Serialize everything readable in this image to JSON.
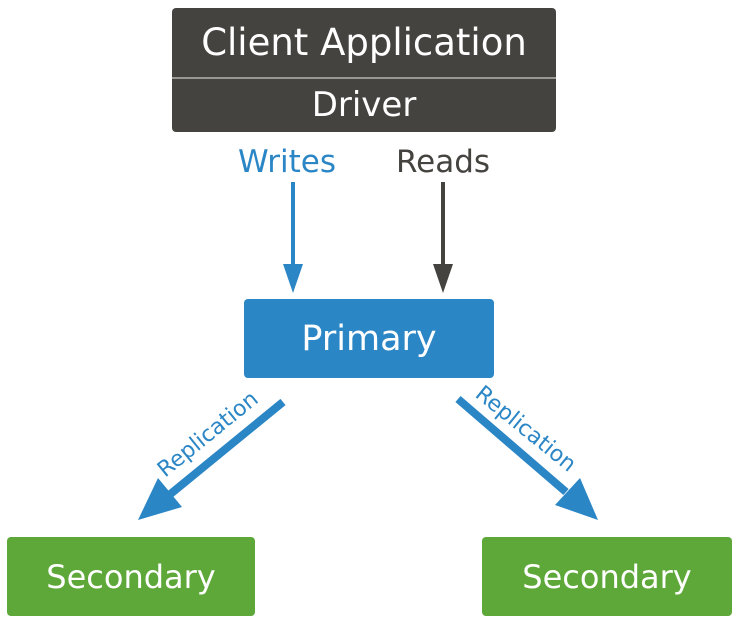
{
  "client": {
    "title": "Client Application",
    "driver": "Driver"
  },
  "flows": {
    "writes": "Writes",
    "reads": "Reads",
    "replication_left": "Replication",
    "replication_right": "Replication"
  },
  "nodes": {
    "primary": "Primary",
    "secondary_left": "Secondary",
    "secondary_right": "Secondary"
  },
  "colors": {
    "client_bg": "#45433f",
    "primary_bg": "#2b86c6",
    "secondary_bg": "#5ea83a",
    "writes_color": "#2b86c6",
    "reads_color": "#45433f"
  }
}
